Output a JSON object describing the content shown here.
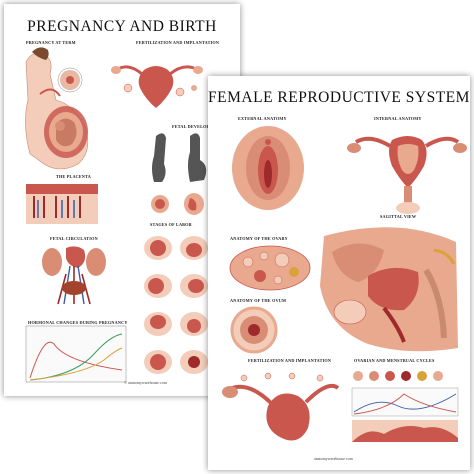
{
  "back_poster": {
    "title": "PREGNANCY AND BIRTH",
    "sections": {
      "pregnancy_at_term": "PREGNANCY AT TERM",
      "fertilization": "FERTILIZATION AND IMPLANTATION",
      "fetal_development": "FETAL DEVELOPMENT",
      "placenta": "THE PLACENTA",
      "stages_of_labor": "STAGES OF LABOR",
      "fetal_circulation": "FETAL CIRCULATION",
      "hormonal_changes": "HORMONAL CHANGES DURING PREGNANCY"
    },
    "url": "© anatomywarehouse.com"
  },
  "front_poster": {
    "title": "FEMALE REPRODUCTIVE SYSTEM",
    "sections": {
      "external_anatomy": "EXTERNAL ANATOMY",
      "internal_anatomy": "INTERNAL ANATOMY",
      "sagittal_view": "SAGITTAL VIEW",
      "anatomy_of_ovary": "ANATOMY OF THE OVARY",
      "anatomy_of_ovum": "ANATOMY OF THE OVUM",
      "fertilization": "FERTILIZATION AND IMPLANTATION",
      "ovarian_cycles": "OVARIAN AND MENSTRUAL CYCLES"
    },
    "url": "anatomywarehouse.com"
  },
  "colors": {
    "flesh": "#e8a98f",
    "tissue": "#c9574e",
    "deep_red": "#9e2a2b",
    "vein_blue": "#3a5ea8",
    "skin_pale": "#f3cdb9"
  }
}
